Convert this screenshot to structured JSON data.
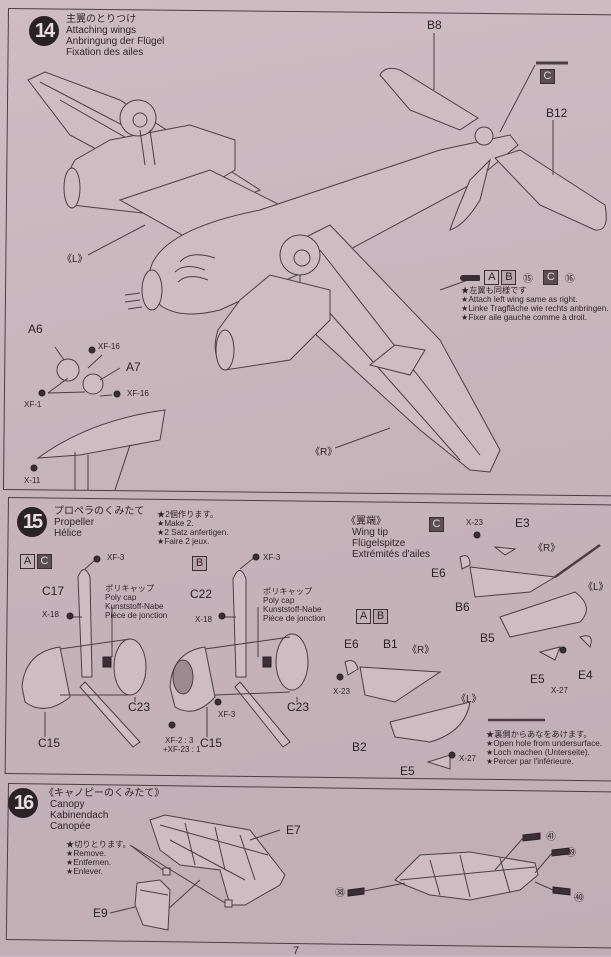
{
  "page_number": "7",
  "step14": {
    "number": "14",
    "title_jp": "主翼のとりつけ",
    "title_en": "Attaching wings",
    "title_de": "Anbringung der Flügel",
    "title_fr": "Fixation des ailes",
    "labels": {
      "B8": "B8",
      "B12": "B12",
      "C": "C",
      "L": "《L》",
      "R": "《R》",
      "A6": "A6",
      "A7": "A7",
      "XF16a": "XF-16",
      "XF16b": "XF-16",
      "XF1": "XF-1",
      "X11": "X-11"
    },
    "left_wing_note": {
      "part_boxes": [
        "A",
        "B"
      ],
      "ref_step_1": "⑮",
      "part_box_dark": "C",
      "ref_step_2": "⑯",
      "jp": "★左翼も同様です",
      "en": "★Attach left wing same as right.",
      "de": "★Linke Tragfläche wie rechts anbringen.",
      "fr": "★Fixer aile gauche comme à droit."
    }
  },
  "step15": {
    "number": "15",
    "title_jp": "プロペラのくみたて",
    "title_en": "Propeller",
    "title_fr": "Hélice",
    "make_note": {
      "jp": "★2個作ります。",
      "en": "★Make 2.",
      "de": "★2 Satz anfertigen.",
      "fr": "★Faire 2 jeux."
    },
    "variant_AC": {
      "boxes": [
        "A",
        "C"
      ],
      "XF3": "XF-3",
      "C17": "C17",
      "X18": "X-18",
      "polycap_jp": "ポリキャップ",
      "polycap_en": "Poly cap",
      "polycap_de": "Kunststoff-Nabe",
      "polycap_fr": "Pièce de jonction",
      "C23": "C23",
      "C15": "C15"
    },
    "variant_B": {
      "box": "B",
      "XF3": "XF-3",
      "C22": "C22",
      "X18": "X-18",
      "polycap_jp": "ポリキャップ",
      "polycap_en": "Poly cap",
      "polycap_de": "Kunststoff-Nabe",
      "polycap_fr": "Pièce de jonction",
      "C23": "C23",
      "C15": "C15",
      "XF3b": "XF-3",
      "mix_1": "XF-2 : 3",
      "mix_2": "+XF-23 : 1"
    },
    "wingtip": {
      "title_jp": "《翼端》",
      "title_en": "Wing tip",
      "title_de": "Flügelspitze",
      "title_fr": "Extrémités d'ailes",
      "box_dark": "C",
      "X23": "X-23",
      "E3": "E3",
      "R": "《R》",
      "E6": "E6",
      "B6": "B6",
      "L": "《L》",
      "B5": "B5",
      "E5": "E5",
      "E4": "E4",
      "X27": "X-27"
    },
    "wingtip_AB": {
      "boxes": [
        "A",
        "B"
      ],
      "E6": "E6",
      "B1": "B1",
      "R": "《R》",
      "X23": "X-23",
      "L": "《L》",
      "B2": "B2",
      "E5": "E5",
      "X27": "X-27"
    },
    "drill_note": {
      "jp": "★裏側からあなをあけます。",
      "en": "★Open hole from undersurface.",
      "de": "★Loch machen (Unterseite).",
      "fr": "★Percer par l'inférieure."
    }
  },
  "step16": {
    "number": "16",
    "title_jp": "《キャノピーのくみたて》",
    "title_en": "Canopy",
    "title_de": "Kabinendach",
    "title_fr": "Canopée",
    "remove_note": {
      "jp": "★切りとります。",
      "en": "★Remove.",
      "de": "★Entfernen.",
      "fr": "★Enlever."
    },
    "E7": "E7",
    "E9": "E9",
    "paint_refs": [
      "㊳",
      "㊴",
      "㊵",
      "㊶"
    ]
  }
}
